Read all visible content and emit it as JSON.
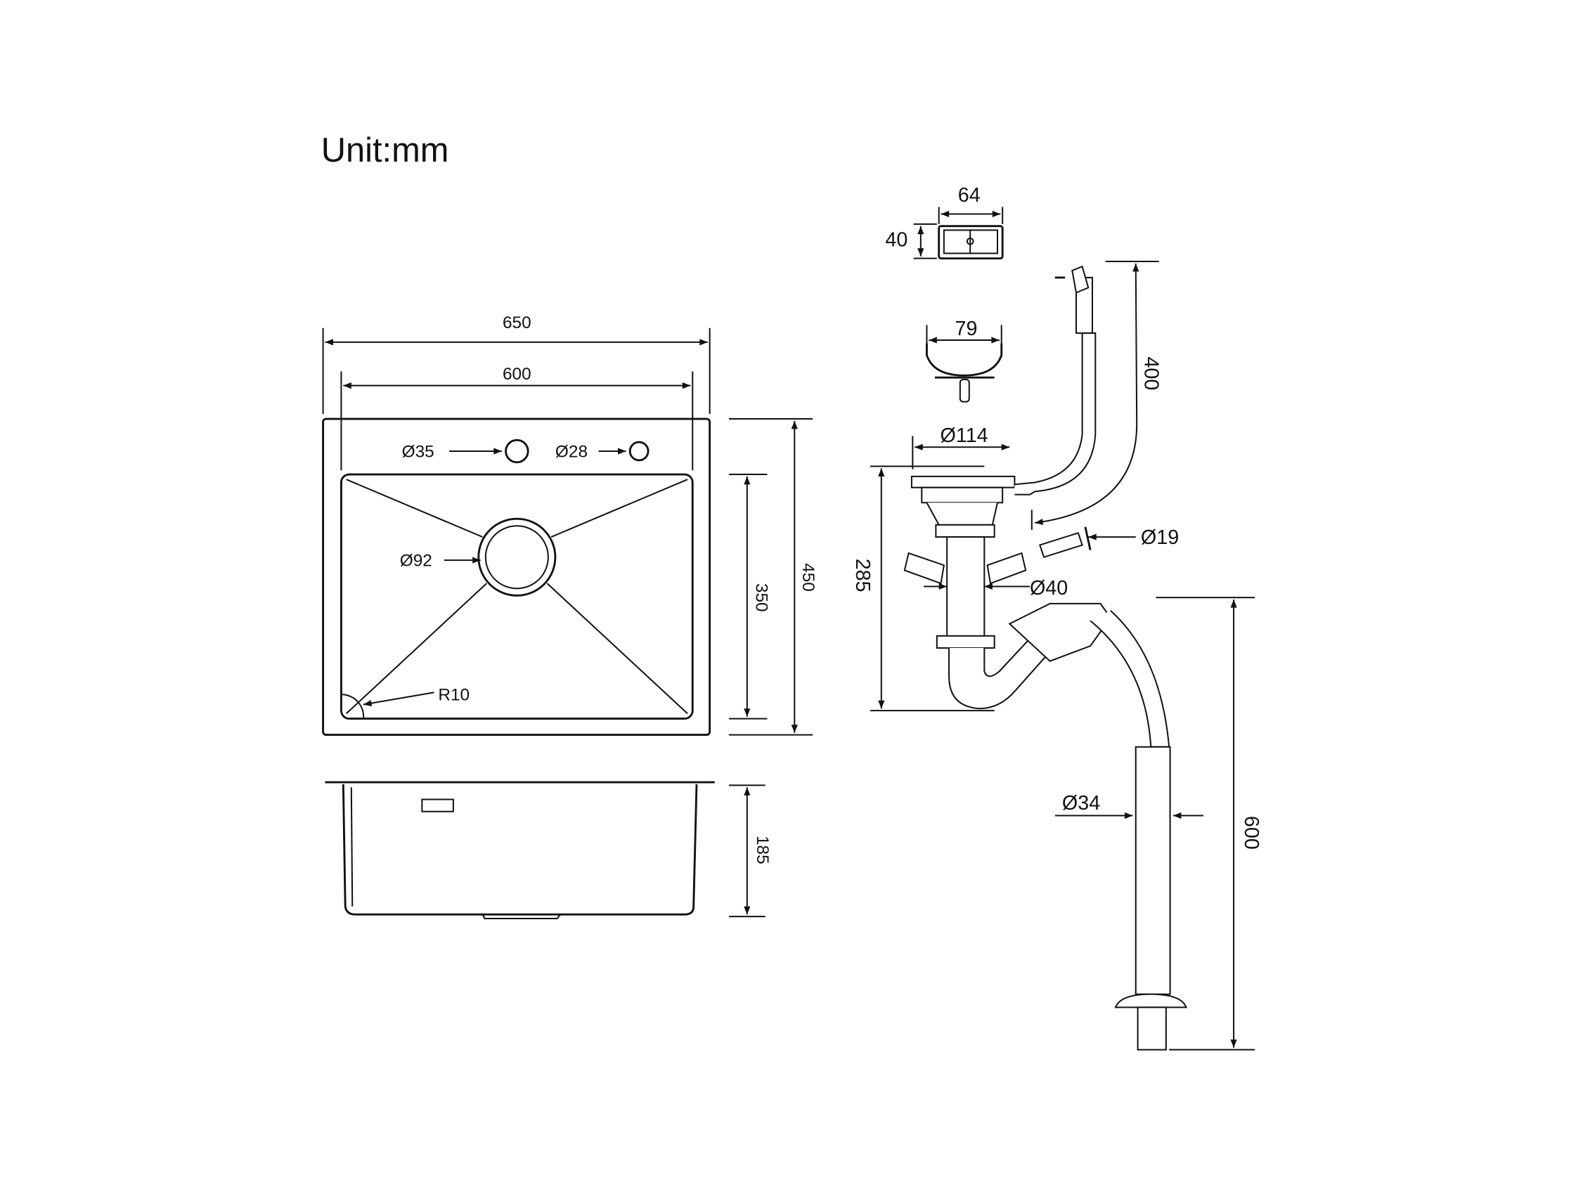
{
  "unit_label": "Unit:mm",
  "top_view": {
    "width_outer": "650",
    "width_inner": "600",
    "depth_outer": "450",
    "depth_inner": "350",
    "faucet_hole": "Ø35",
    "soap_hole": "Ø28",
    "drain_hole": "Ø92",
    "corner_radius": "R10"
  },
  "side_view": {
    "bowl_depth": "185"
  },
  "accessories": {
    "overflow_width": "64",
    "overflow_height": "40",
    "strainer_diameter": "79",
    "flange_diameter": "Ø114",
    "overflow_hose_length": "400",
    "connector_diameter": "Ø19",
    "pipe_diameter": "Ø40",
    "drain_height": "285",
    "hose_diameter": "Ø34",
    "hose_length": "600"
  }
}
